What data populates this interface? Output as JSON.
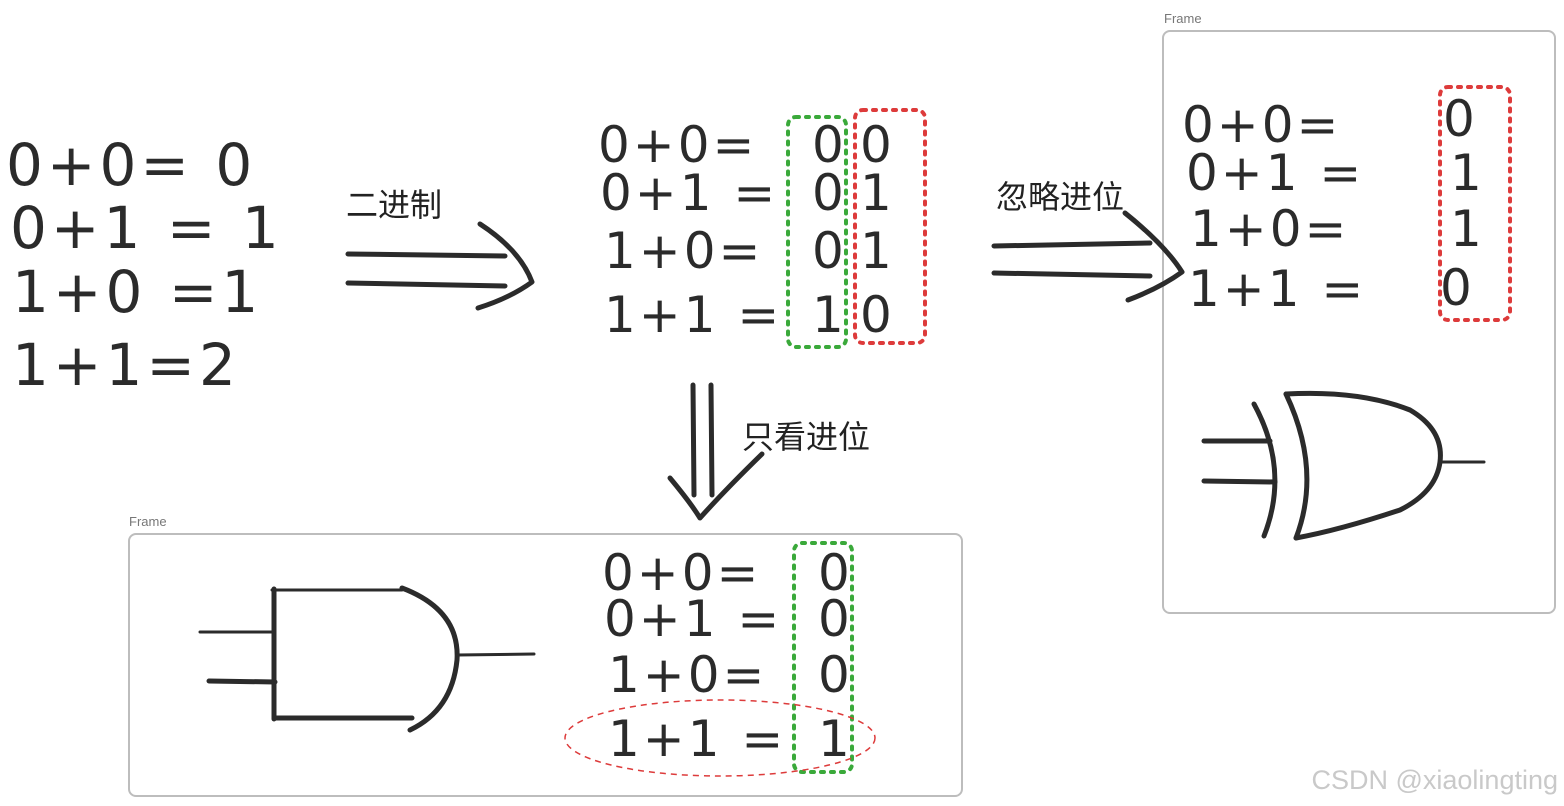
{
  "labels": {
    "binary": "二进制",
    "ignore_carry": "忽略进位",
    "carry_only": "只看进位"
  },
  "frames": {
    "bottom_label": "Frame",
    "right_label": "Frame"
  },
  "watermark": "CSDN @xiaolingting",
  "decimal_equations": [
    "0+0= 0",
    "0+1 = 1",
    "1+0 =1",
    "1+1=2"
  ],
  "binary_equations": {
    "lhs": [
      "0+0=",
      "0+1 =",
      "1+0=",
      "1+1 ="
    ],
    "carry": [
      "0",
      "0",
      "0",
      "1"
    ],
    "sum": [
      "0",
      "1",
      "1",
      "0"
    ]
  },
  "and_frame": {
    "lhs": [
      "0+0=",
      "0+1 =",
      "1+0=",
      "1+1 ="
    ],
    "carry": [
      "0",
      "0",
      "0",
      "1"
    ],
    "gate": "AND"
  },
  "xor_frame": {
    "lhs": [
      "0+0=",
      "0+1 =",
      "1+0=",
      "1+1 ="
    ],
    "sum": [
      "0",
      "1",
      "1",
      "0"
    ],
    "gate": "XOR"
  },
  "colors": {
    "ink": "#2b2b2b",
    "carry_highlight": "#3aa93a",
    "sum_highlight": "#dd3b3b",
    "frame_border": "#bdbdbd"
  }
}
